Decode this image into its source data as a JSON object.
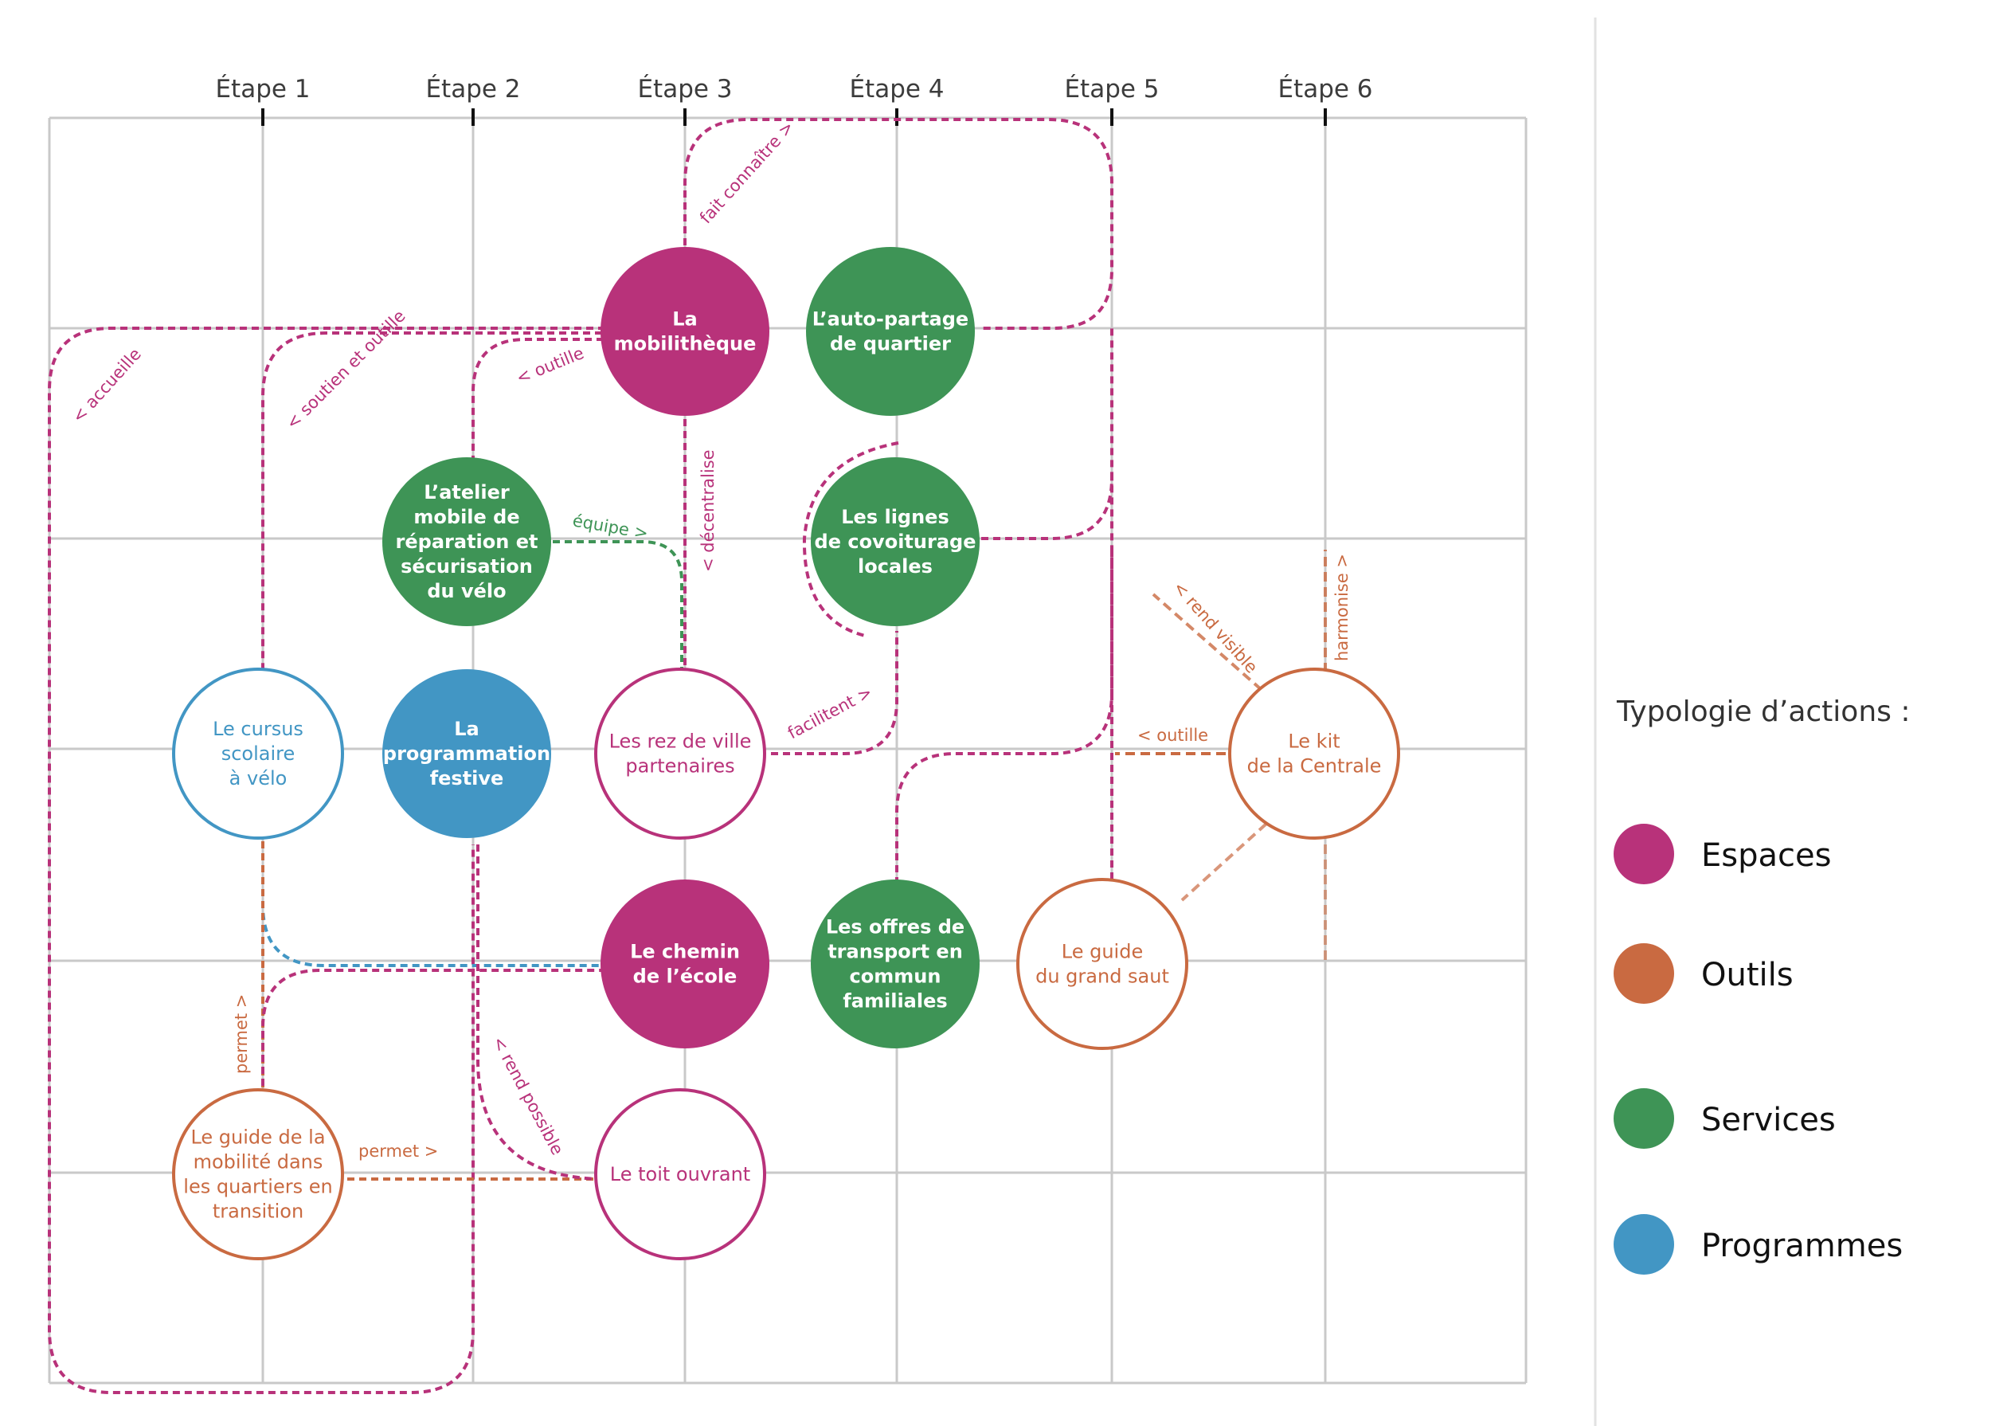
{
  "colors": {
    "espaces": "#b8327a",
    "outils": "#c96a41",
    "services": "#3e9456",
    "programmes": "#4296c4",
    "grid": "#c9c9c9"
  },
  "steps": [
    "Étape 1",
    "Étape 2",
    "Étape 3",
    "Étape 4",
    "Étape 5",
    "Étape 6"
  ],
  "nodes": {
    "mobilitheque": {
      "type": "espaces",
      "filled": true,
      "lines": [
        "La",
        "mobilithèque"
      ]
    },
    "autopartage": {
      "type": "services",
      "filled": true,
      "lines": [
        "L’auto-partage",
        "de quartier"
      ]
    },
    "atelier": {
      "type": "services",
      "filled": true,
      "lines": [
        "L’atelier",
        "mobile de",
        "réparation et",
        "sécurisation",
        "du vélo"
      ]
    },
    "covoiturage": {
      "type": "services",
      "filled": true,
      "lines": [
        "Les lignes",
        "de covoiturage",
        "locales"
      ]
    },
    "cursus": {
      "type": "programmes",
      "filled": false,
      "lines": [
        "Le cursus",
        "scolaire",
        "à vélo"
      ]
    },
    "programmation": {
      "type": "programmes",
      "filled": true,
      "lines": [
        "La",
        "programmation",
        "festive"
      ]
    },
    "rez": {
      "type": "espaces",
      "filled": false,
      "lines": [
        "Les rez de ville",
        "partenaires"
      ]
    },
    "kit": {
      "type": "outils",
      "filled": false,
      "lines": [
        "Le kit",
        "de la Centrale"
      ]
    },
    "chemin": {
      "type": "espaces",
      "filled": true,
      "lines": [
        "Le chemin",
        "de l’école"
      ]
    },
    "offres": {
      "type": "services",
      "filled": true,
      "lines": [
        "Les offres de",
        "transport en",
        "commun",
        "familiales"
      ]
    },
    "grandsaut": {
      "type": "outils",
      "filled": false,
      "lines": [
        "Le guide",
        "du grand saut"
      ]
    },
    "guide": {
      "type": "outils",
      "filled": false,
      "lines": [
        "Le guide de la",
        "mobilité dans",
        "les quartiers en",
        "transition"
      ]
    },
    "toit": {
      "type": "espaces",
      "filled": false,
      "lines": [
        "Le toit ouvrant"
      ]
    }
  },
  "edge_labels": {
    "fait_connaitre": "fait connaître >",
    "accueille": "< accueille",
    "soutien": "< soutien et outille",
    "outille_atelier": "< outille",
    "decentralise": "< décentralise",
    "equipe": "équipe >",
    "facilitent": "facilitent >",
    "rend_visible": "< rend visible",
    "harmonise": "harmonise >",
    "outille_kit": "< outille",
    "permet_v": "permet >",
    "permet_h": "permet >",
    "rend_possible": "< rend possible"
  },
  "legend": {
    "title": "Typologie d’actions :",
    "items": [
      {
        "type": "espaces",
        "label": "Espaces"
      },
      {
        "type": "outils",
        "label": "Outils"
      },
      {
        "type": "services",
        "label": "Services"
      },
      {
        "type": "programmes",
        "label": "Programmes"
      }
    ]
  }
}
